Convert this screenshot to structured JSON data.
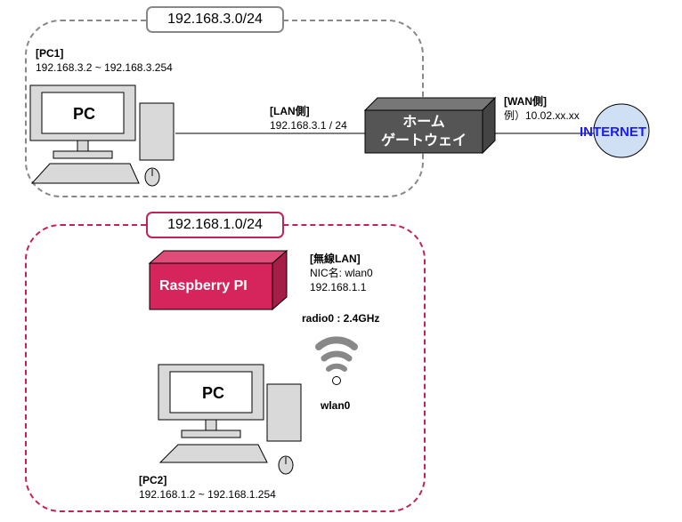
{
  "zones": {
    "lan": {
      "subnet": "192.168.3.0/24"
    },
    "wlan": {
      "subnet": "192.168.1.0/24"
    }
  },
  "pc1": {
    "title": "[PC1]",
    "range": "192.168.3.2 ~ 192.168.3.254",
    "screen_label": "PC"
  },
  "pc2": {
    "title": "[PC2]",
    "range": "192.168.1.2 ~ 192.168.1.254",
    "screen_label": "PC"
  },
  "lan_side": {
    "title": "[LAN側]",
    "address": "192.168.3.1 / 24"
  },
  "gateway": {
    "line1": "ホーム",
    "line2": "ゲートウェイ"
  },
  "wan_side": {
    "title": "[WAN側]",
    "example": "例）10.02.xx.xx"
  },
  "internet": {
    "label": "INTERNET"
  },
  "raspberry": {
    "label": "Raspberry PI"
  },
  "wireless": {
    "title": "[無線LAN]",
    "nic": "NIC名: wlan0",
    "address": "192.168.1.1",
    "radio": "radio0 : 2.4GHz",
    "interface": "wlan0"
  },
  "colors": {
    "lan_zone": "#888888",
    "wlan_zone": "#c2225b",
    "gateway": "#555555",
    "raspberry": "#d6245c",
    "internet_fill": "#cfe0f5",
    "internet_text": "#1a1aff"
  }
}
